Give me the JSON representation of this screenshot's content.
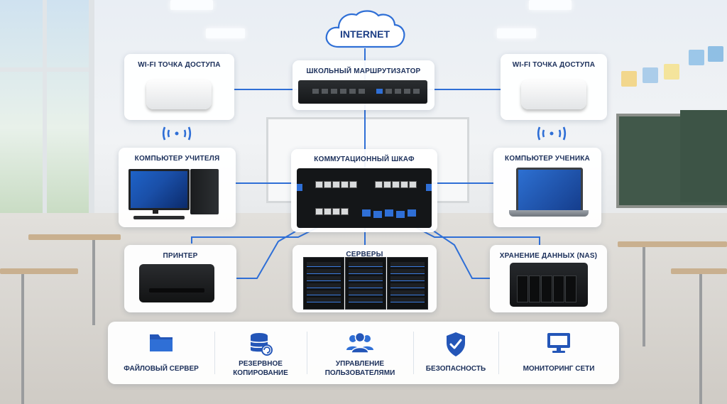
{
  "internet": {
    "label": "INTERNET"
  },
  "router": {
    "title": "ШКОЛЬНЫЙ МАРШРУТИЗАТОР"
  },
  "wifi_left": {
    "title": "WI-FI ТОЧКА ДОСТУПА"
  },
  "wifi_right": {
    "title": "WI-FI ТОЧКА ДОСТУПА"
  },
  "teacher_pc": {
    "title": "КОМПЬЮТЕР УЧИТЕЛЯ"
  },
  "switch_cabinet": {
    "title": "КОММУТАЦИОННЫЙ ШКАФ"
  },
  "student_pc": {
    "title": "КОМПЬЮТЕР УЧЕНИКА"
  },
  "printer": {
    "title": "ПРИНТЕР"
  },
  "servers": {
    "title": "СЕРВЕРЫ"
  },
  "nas": {
    "title": "ХРАНЕНИЕ ДАННЫХ (NAS)"
  },
  "features": [
    {
      "label_1": "ФАЙЛОВЫЙ СЕРВЕР",
      "label_2": "",
      "icon": "folder-icon"
    },
    {
      "label_1": "РЕЗЕРВНОЕ",
      "label_2": "КОПИРОВАНИЕ",
      "icon": "database-icon"
    },
    {
      "label_1": "УПРАВЛЕНИЕ",
      "label_2": "ПОЛЬЗОВАТЕЛЯМИ",
      "icon": "users-icon"
    },
    {
      "label_1": "БЕЗОПАСНОСТЬ",
      "label_2": "",
      "icon": "shield-check-icon"
    },
    {
      "label_1": "МОНИТОРИНГ СЕТИ",
      "label_2": "",
      "icon": "monitor-icon"
    }
  ],
  "colors": {
    "accent": "#2f6fd6",
    "title_text": "#1b2f5a",
    "icon": "#2456b8"
  }
}
